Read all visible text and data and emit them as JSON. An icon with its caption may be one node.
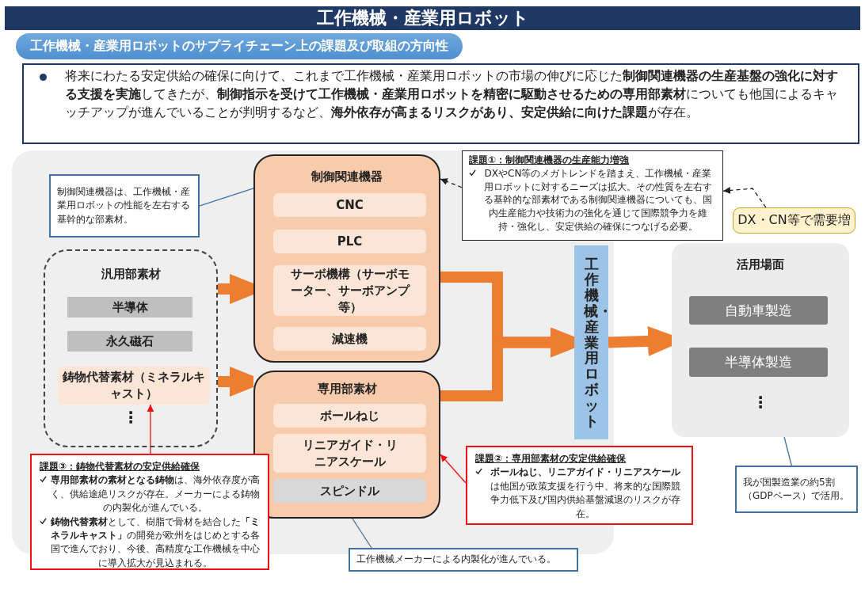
{
  "diagram": {
    "title": "工作機械・産業用ロボット",
    "nodes": [
      {
        "text": [
          "制御関連機器は、工作機械・産業用ロボットの性能を左右する基幹的な部素材。"
        ]
      },
      {
        "text": [
          "汎用部素材"
        ]
      },
      {
        "text": [
          "半導体"
        ],
        "in": 1
      },
      {
        "text": [
          "永久磁石"
        ],
        "in": 1
      },
      {
        "text": [
          "鋳物代替素材（ミネラルキャスト）"
        ],
        "in": 1
      },
      {
        "text": [
          "制御関連機器"
        ]
      },
      {
        "text": [
          "CNC"
        ],
        "in": 5
      },
      {
        "text": [
          "PLC"
        ],
        "in": 5
      },
      {
        "text": [
          "サーボ機構（サーボモーター、サーボアンプ等）"
        ],
        "in": 5
      },
      {
        "text": [
          "減速機"
        ],
        "in": 5
      },
      {
        "text": [
          "専用部素材"
        ]
      },
      {
        "text": [
          "ボールねじ"
        ],
        "in": 10
      },
      {
        "text": [
          "リニアガイド・リニアスケール"
        ],
        "in": 10
      },
      {
        "text": [
          "スピンドル"
        ],
        "in": 10
      },
      {
        "text": [
          "工作機械・産業用ロボット"
        ]
      },
      {
        "text": [
          "課題①：制御関連機器の生産能力増強",
          "DXやCN等のメガトレンドを踏まえ、工作機械・産業用ロボットに対するニーズは拡大。その性質を左右する基幹的な部素材である制御関連機器についても、国内生産能力や技術力の強化を通じて国際競争力を維持・強化し、安定供給の確保につなげる必要。"
        ]
      },
      {
        "text": [
          "DX・CN等で需要増"
        ]
      },
      {
        "text": [
          "活用場面"
        ]
      },
      {
        "text": [
          "自動車製造"
        ],
        "in": 17
      },
      {
        "text": [
          "半導体製造"
        ],
        "in": 17
      },
      {
        "text": [
          "課題③：鋳物代替素材の安定供給確保",
          "**専用部素材の素材となる鋳物**は、海外依存度が高く、供給途絶リスクが存在。メーカーによる鋳物の内製化が進んでいる。",
          "**鋳物代替素材**として、樹脂で骨材を結合した**「ミネラルキャスト」**の開発が欧州をはじめとする各国で進んでおり、今後、高精度な工作機械を中心に導入拡大が見込まれる。"
        ]
      },
      {
        "text": [
          "課題②：専用部素材の安定供給確保",
          "**ボールねじ、リニアガイド・リニアスケール**は他国が政策支援を行う中、将来的な国際競争力低下及び国内供給基盤減退のリスクが存在。"
        ]
      },
      {
        "text": [
          "工作機械メーカーによる内製化が進んでいる。"
        ]
      },
      {
        "text": [
          "我が国製造業の約5割（GDPベース）で活用。"
        ]
      }
    ],
    "edges": [
      {
        "from": 0,
        "to": 5,
        "arrow": "none",
        "color": "#41719c"
      },
      {
        "from": 1,
        "to": 5,
        "arrow": "to",
        "style": "thick"
      },
      {
        "from": 1,
        "to": 10,
        "arrow": "to",
        "style": "thick"
      },
      {
        "from": 5,
        "to": 14,
        "arrow": "to",
        "style": "thick"
      },
      {
        "from": 10,
        "to": 14,
        "arrow": "to",
        "style": "thick"
      },
      {
        "from": 14,
        "to": 17,
        "arrow": "to",
        "style": "thick"
      },
      {
        "from": 15,
        "to": 5,
        "arrow": "to",
        "style": "dashed",
        "color": "#222222"
      },
      {
        "from": 16,
        "to": 15,
        "arrow": "to",
        "style": "dashed",
        "color": "#222222"
      },
      {
        "from": 20,
        "to": 4,
        "arrow": "to",
        "color": "#ee1111"
      },
      {
        "from": 21,
        "to": 10,
        "arrow": "to",
        "color": "#ee1111"
      },
      {
        "from": 22,
        "to": 13,
        "arrow": "none",
        "color": "#41719c"
      },
      {
        "from": 23,
        "to": 17,
        "arrow": "none",
        "color": "#41719c"
      }
    ],
    "labels": [
      "工作機械・産業用ロボットのサプライチェーン上の課題及び取組の方向性",
      "将来にわたる安定供給の確保に向けて、これまで工作機械・産業用ロボットの市場の伸びに応じた**制御関連機器の生産基盤の強化に対する支援を実施**してきたが、**制御指示を受けて工作機械・産業用ロボットを精密に駆動させるための専用部素材**についても他国によるキャッチアップが進んでいることが判明するなど、**海外依存が高まるリスクがあり、安定供給に向けた課題**が存在。",
      "⋮",
      "⋮"
    ]
  }
}
